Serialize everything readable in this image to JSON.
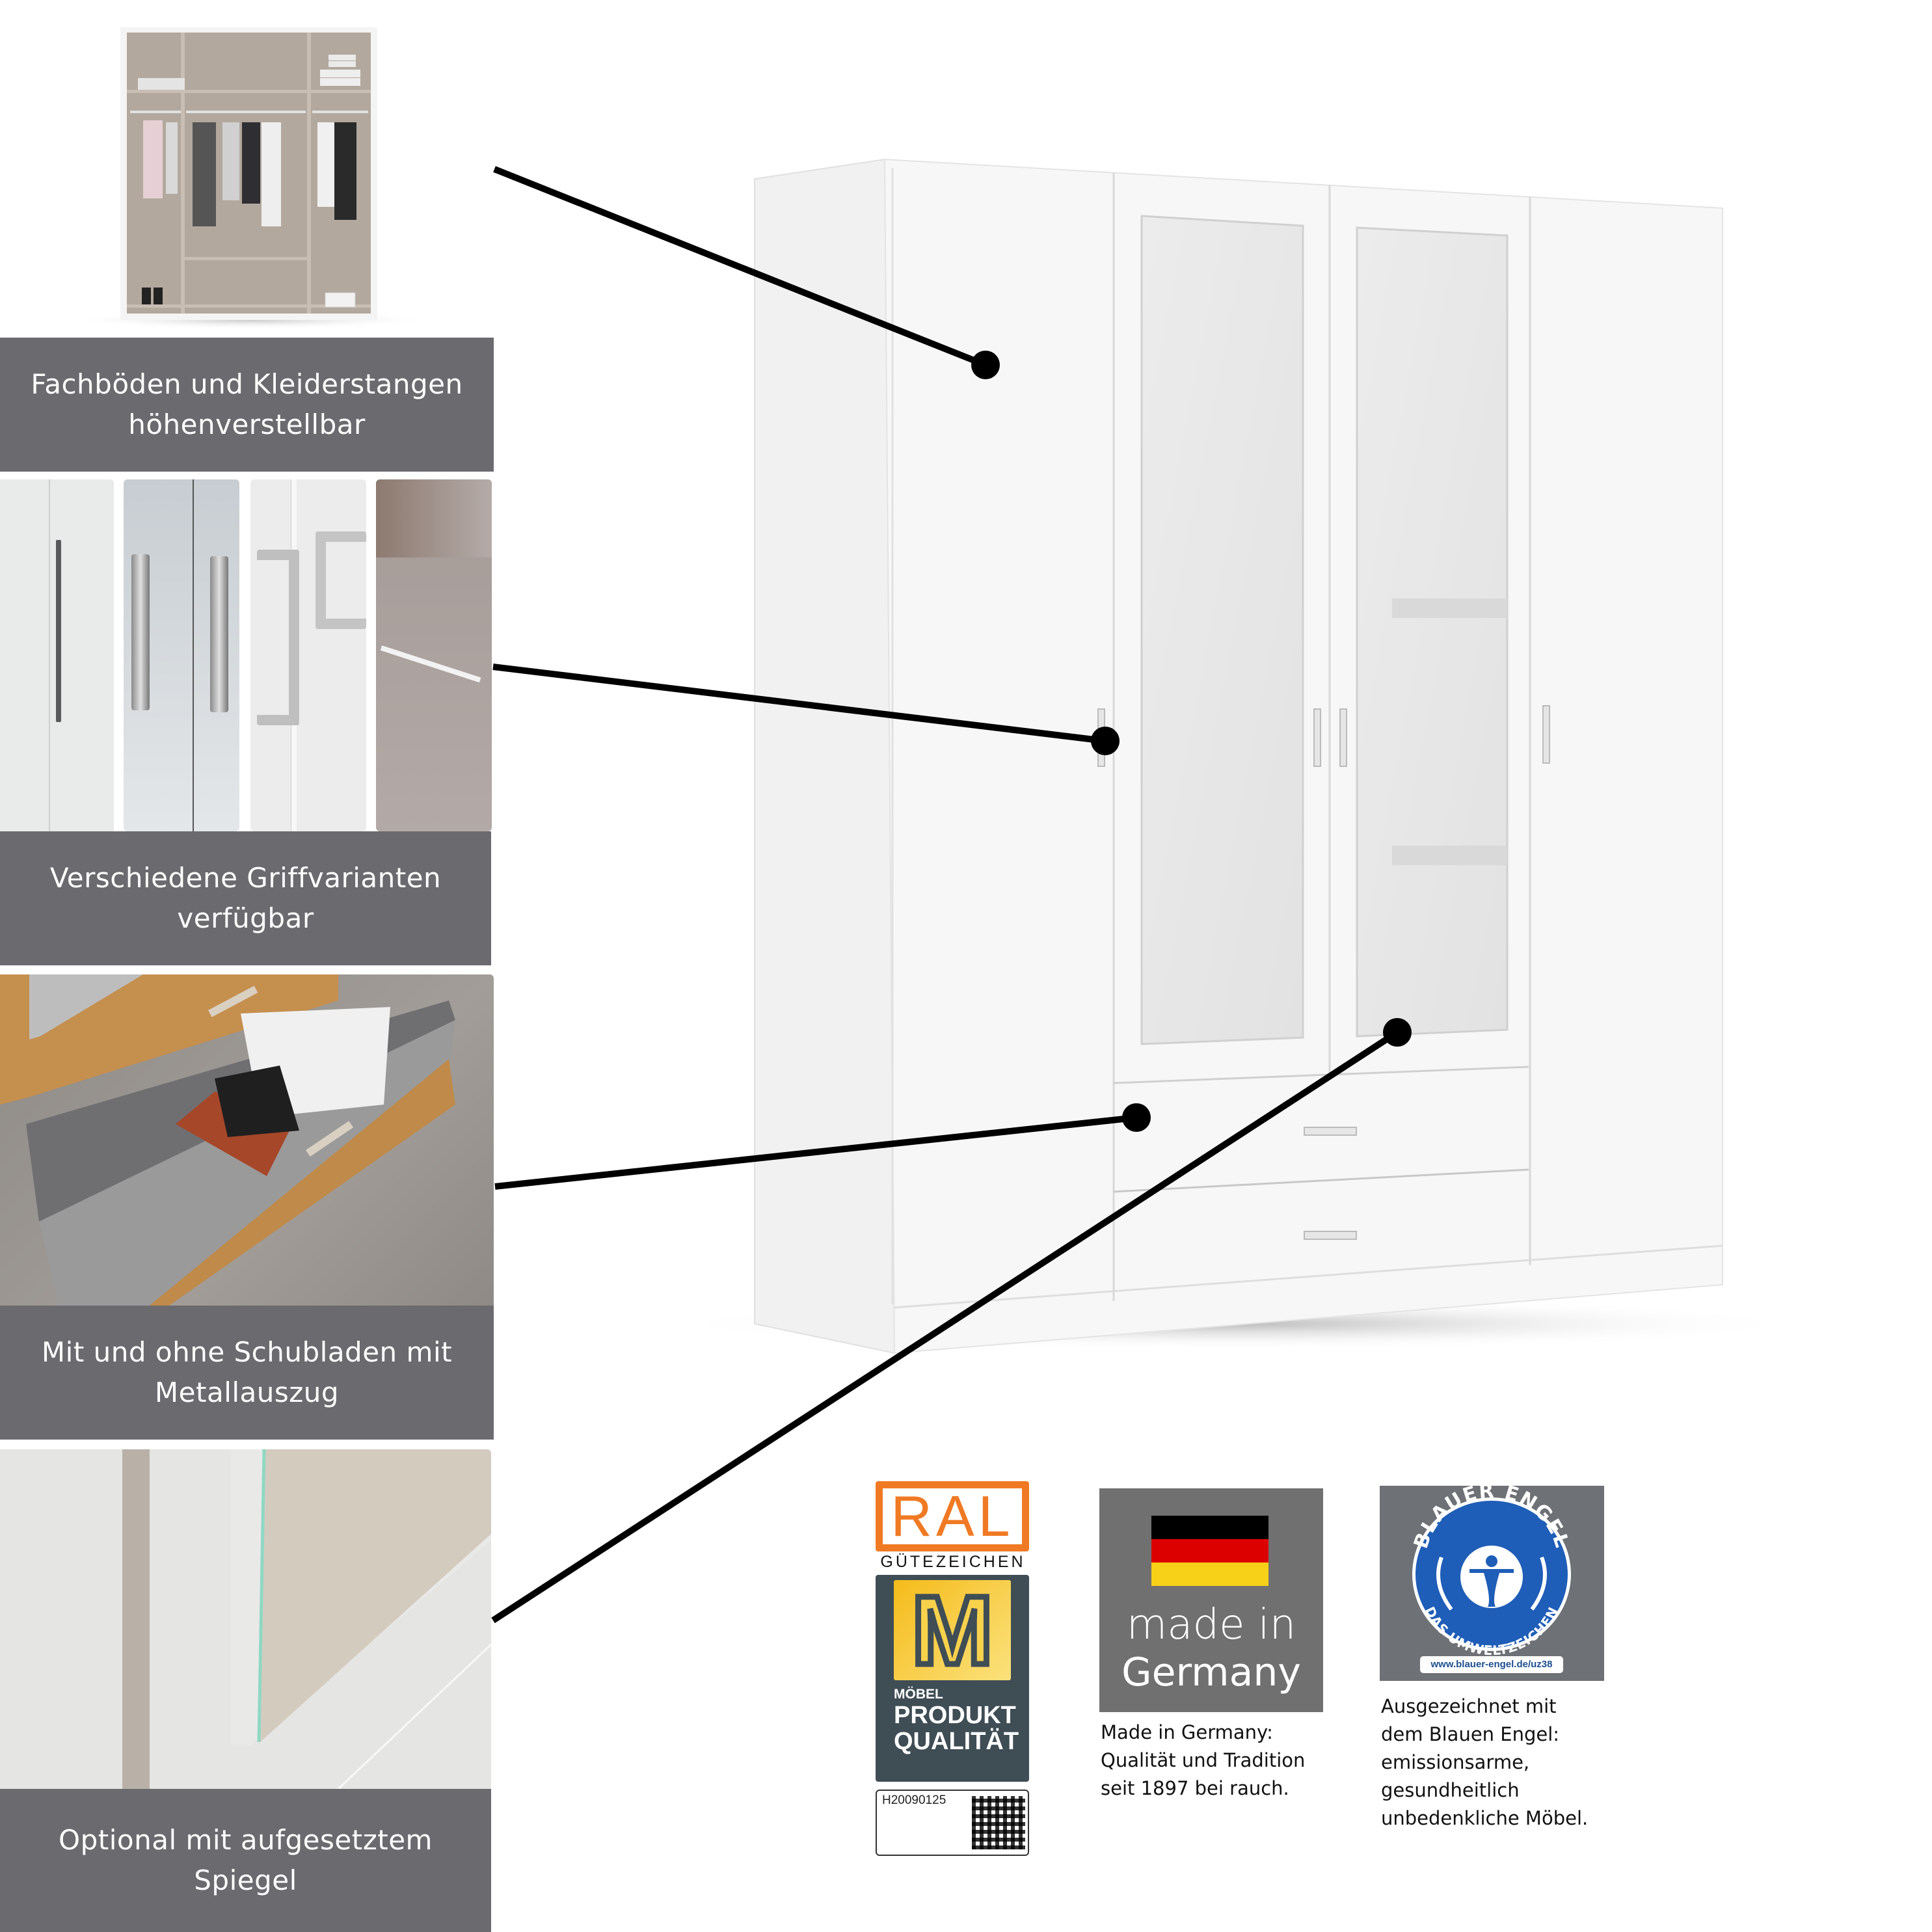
{
  "features": [
    {
      "id": "shelves",
      "caption": "Fachböden und Kleiderstangen\nhöhenverstellbar",
      "image": "open-wardrobe-interior"
    },
    {
      "id": "handles",
      "caption": "Verschiedene Griffvarianten\nverfügbar",
      "image": "handle-variants"
    },
    {
      "id": "drawers",
      "caption": "Mit und ohne Schubladen mit\nMetallauszug",
      "image": "open-drawer"
    },
    {
      "id": "mirror",
      "caption": "Optional mit aufgesetztem\nSpiegel",
      "image": "mirror-closeup"
    }
  ],
  "badges": {
    "ral": {
      "top": "RAL",
      "sub": "GÜTEZEICHEN",
      "letter": "M",
      "line1": "MÖBEL",
      "line2": "PRODUKT",
      "line3": "QUALITÄT",
      "code": "H20090125",
      "colors": {
        "orange": "#f07a24",
        "panel": "#3f4d55",
        "yellow": "#f5c530"
      }
    },
    "made_in_germany": {
      "logo_line1": "made in",
      "logo_line2": "Germany",
      "description": "Made in Germany:\nQualität und Tradition\nseit 1897 bei rauch.",
      "flag_colors": [
        "#000000",
        "#dd0000",
        "#ffce00"
      ]
    },
    "blauer_engel": {
      "ring_top": "BLAUER ENGEL",
      "ring_bottom": "DAS UMWELTZEICHEN",
      "url": "www.blauer-engel.de/uz38",
      "description": "Ausgezeichnet mit\ndem Blauen Engel:\nemissionsarme,\ngesundheitlich\nunbedenkliche Möbel.",
      "color": "#1f5eb8"
    }
  },
  "colors": {
    "caption_bg": "#6b6a6e",
    "caption_text": "#ffffff",
    "callout": "#000000",
    "wardrobe": "#f7f7f7"
  }
}
